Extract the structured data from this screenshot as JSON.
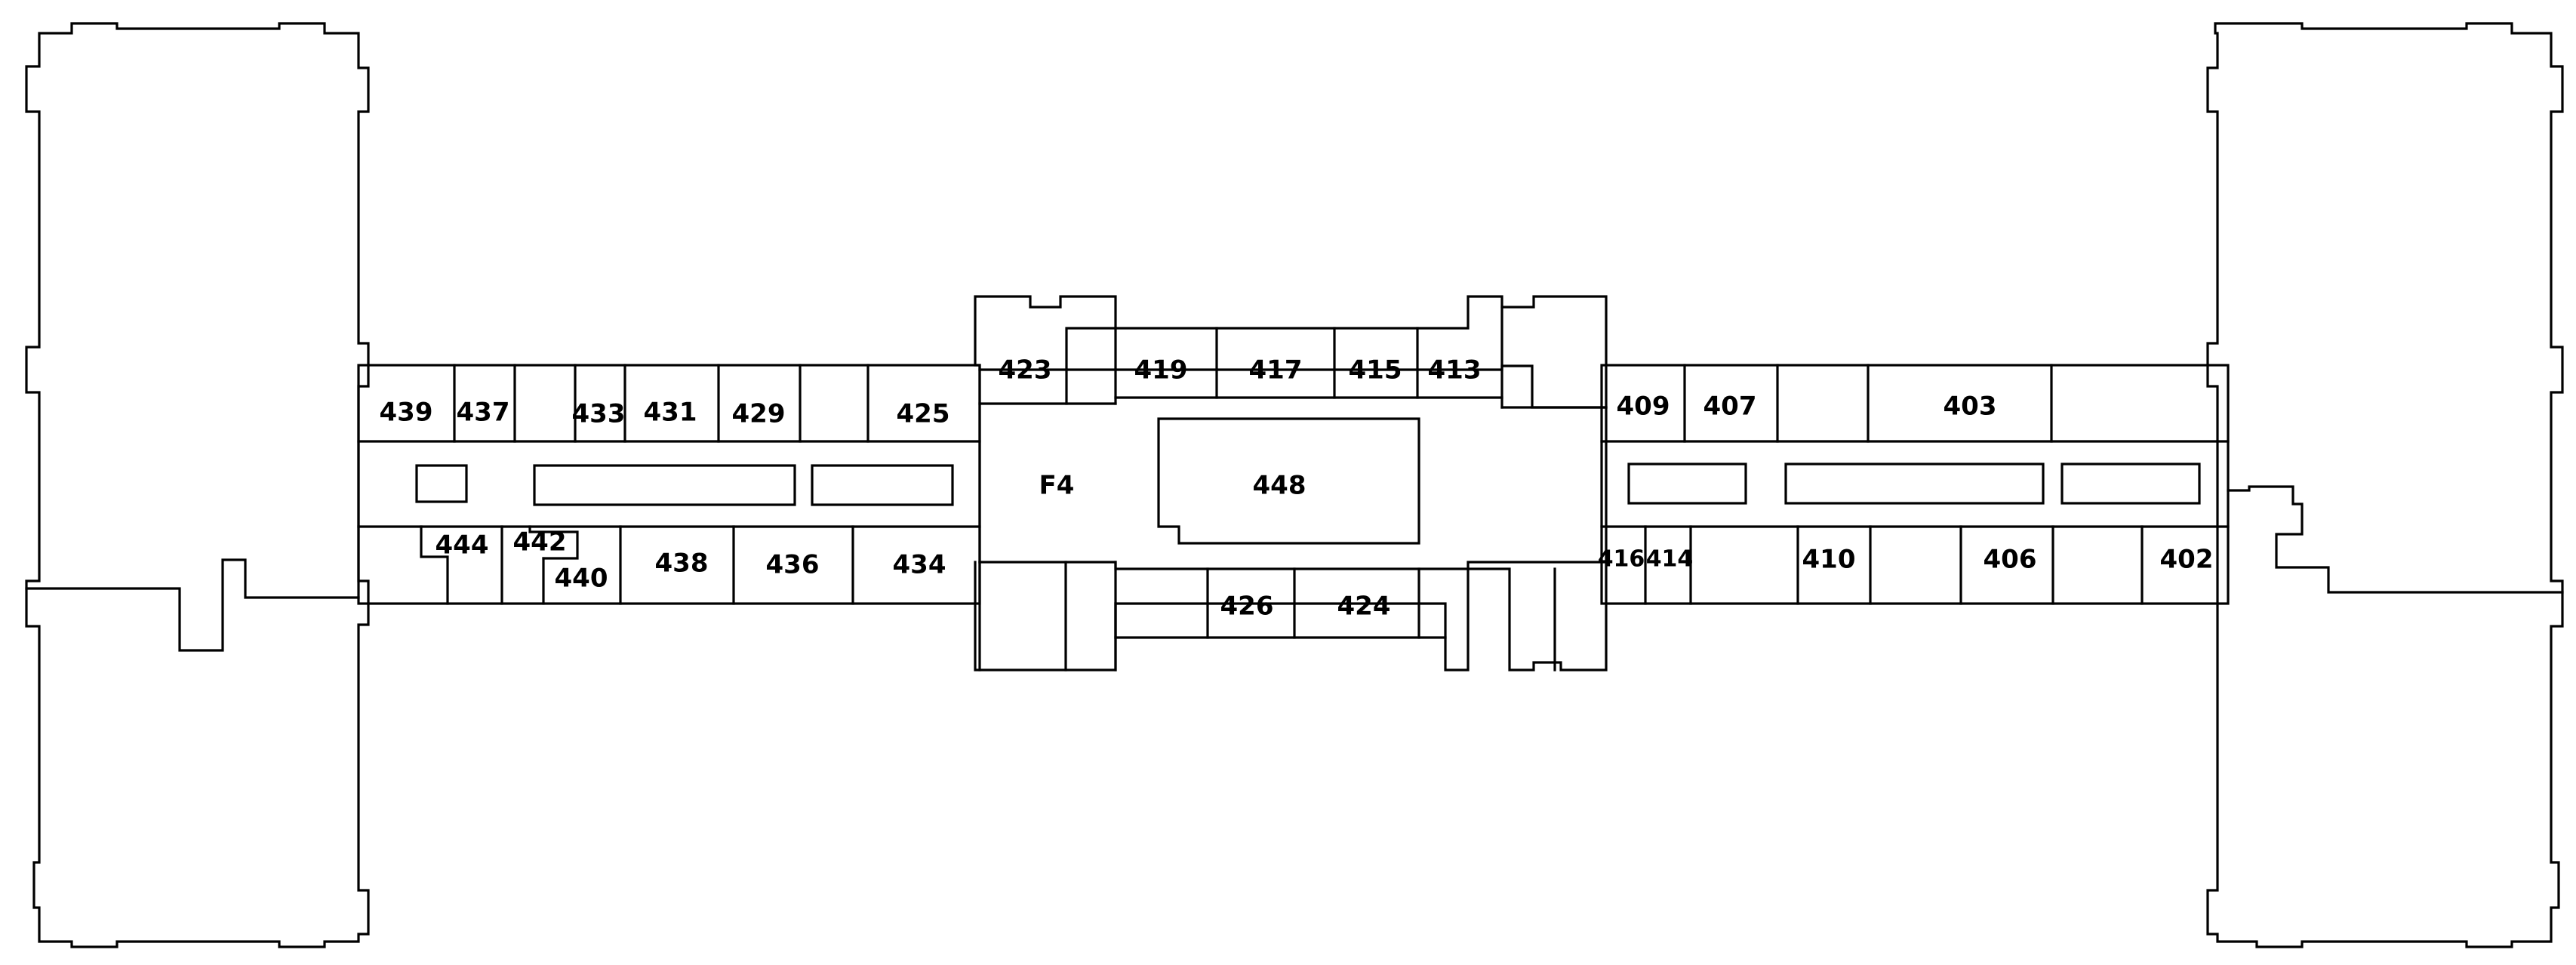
{
  "plan": {
    "stroke_color": "#000000",
    "background_color": "#ffffff",
    "rooms": [
      {
        "id": "room-439",
        "label": "439"
      },
      {
        "id": "room-437",
        "label": "437"
      },
      {
        "id": "room-433",
        "label": "433"
      },
      {
        "id": "room-431",
        "label": "431"
      },
      {
        "id": "room-429",
        "label": "429"
      },
      {
        "id": "room-425",
        "label": "425"
      },
      {
        "id": "room-423",
        "label": "423"
      },
      {
        "id": "room-419",
        "label": "419"
      },
      {
        "id": "room-417",
        "label": "417"
      },
      {
        "id": "room-415",
        "label": "415"
      },
      {
        "id": "room-413",
        "label": "413"
      },
      {
        "id": "room-409",
        "label": "409"
      },
      {
        "id": "room-407",
        "label": "407"
      },
      {
        "id": "room-403",
        "label": "403"
      },
      {
        "id": "room-f4",
        "label": "F4"
      },
      {
        "id": "room-448",
        "label": "448"
      },
      {
        "id": "room-444",
        "label": "444"
      },
      {
        "id": "room-442",
        "label": "442"
      },
      {
        "id": "room-440",
        "label": "440"
      },
      {
        "id": "room-438",
        "label": "438"
      },
      {
        "id": "room-436",
        "label": "436"
      },
      {
        "id": "room-434",
        "label": "434"
      },
      {
        "id": "room-426",
        "label": "426"
      },
      {
        "id": "room-424",
        "label": "424"
      },
      {
        "id": "room-416",
        "label": "416"
      },
      {
        "id": "room-414",
        "label": "414"
      },
      {
        "id": "room-410",
        "label": "410"
      },
      {
        "id": "room-406",
        "label": "406"
      },
      {
        "id": "room-402",
        "label": "402"
      }
    ]
  }
}
